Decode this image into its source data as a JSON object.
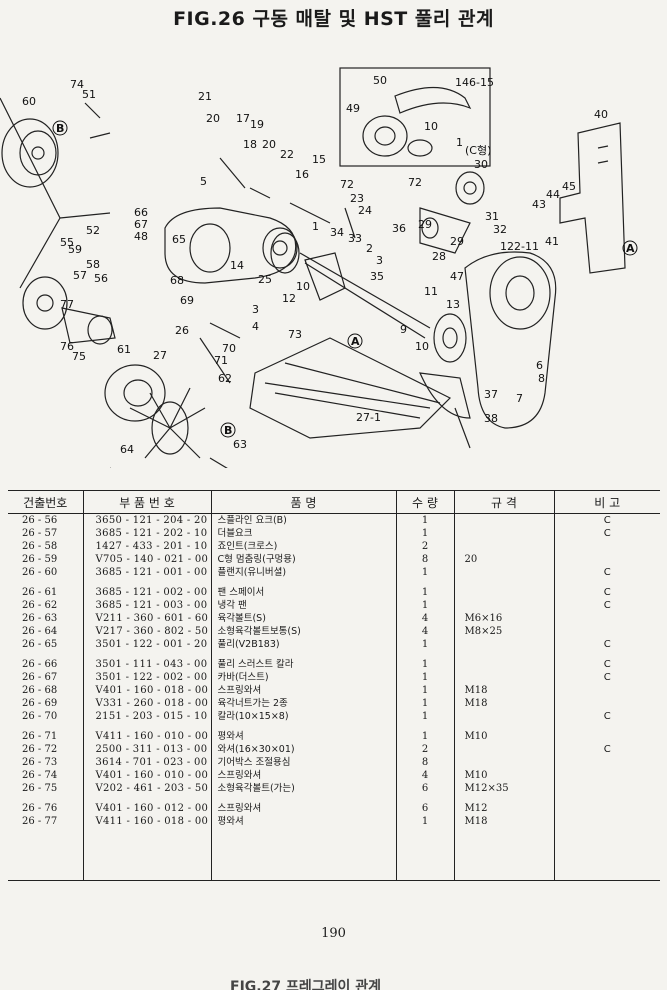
{
  "title": "FIG.26 구동 매탈 및 HST 풀리 관계",
  "diagram": {
    "callouts": [
      "74",
      "51",
      "60",
      "21",
      "20",
      "17",
      "19",
      "18",
      "20",
      "22",
      "16",
      "15",
      "5",
      "66",
      "67",
      "48",
      "25",
      "14",
      "65",
      "68",
      "69",
      "26",
      "27",
      "70",
      "71",
      "72",
      "23",
      "24",
      "33",
      "34",
      "36",
      "35",
      "2",
      "3",
      "1",
      "12",
      "10",
      "11",
      "9",
      "13",
      "73",
      "61",
      "62",
      "63",
      "64",
      "77",
      "76",
      "75",
      "55",
      "59",
      "57",
      "58",
      "56",
      "52",
      "50",
      "146-15",
      "49",
      "10",
      "1",
      "40",
      "30",
      "31",
      "32",
      "29",
      "29",
      "28",
      "44",
      "45",
      "43",
      "41",
      "122-11",
      "47",
      "6",
      "8",
      "7",
      "37",
      "38",
      "27-1",
      "4"
    ],
    "markers": [
      "B",
      "B",
      "A",
      "A"
    ],
    "inset_note": "(C형)"
  },
  "table": {
    "headers": [
      "건출번호",
      "부 품 번 호",
      "품 명",
      "수 량",
      "규 격",
      "비 고"
    ],
    "groups": [
      [
        {
          "no": "26 - 56",
          "part": "3650 - 121 - 204 - 20",
          "name": "스플라인 요크(B)",
          "qty": "1",
          "spec": "",
          "note": "C"
        },
        {
          "no": "26 - 57",
          "part": "3685 - 121 - 202 - 10",
          "name": "더블요크",
          "qty": "1",
          "spec": "",
          "note": "C"
        },
        {
          "no": "26 - 58",
          "part": "1427 - 433 - 201 - 10",
          "name": "죠인트(크로스)",
          "qty": "2",
          "spec": "",
          "note": ""
        },
        {
          "no": "26 - 59",
          "part": "V705 - 140 - 021 - 00",
          "name": "C형 멈춤링(구멍용)",
          "qty": "8",
          "spec": "20",
          "note": ""
        },
        {
          "no": "26 - 60",
          "part": "3685 - 121 - 001 - 00",
          "name": "플랜지(유니버셜)",
          "qty": "1",
          "spec": "",
          "note": "C"
        }
      ],
      [
        {
          "no": "26 - 61",
          "part": "3685 - 121 - 002 - 00",
          "name": "팬 스페이서",
          "qty": "1",
          "spec": "",
          "note": "C"
        },
        {
          "no": "26 - 62",
          "part": "3685 - 121 - 003 - 00",
          "name": "냉각 팬",
          "qty": "1",
          "spec": "",
          "note": "C"
        },
        {
          "no": "26 - 63",
          "part": "V211 - 360 - 601 - 60",
          "name": "육각볼트(S)",
          "qty": "4",
          "spec": "M6×16",
          "note": ""
        },
        {
          "no": "26 - 64",
          "part": "V217 - 360 - 802 - 50",
          "name": "소형육각볼트보통(S)",
          "qty": "4",
          "spec": "M8×25",
          "note": ""
        },
        {
          "no": "26 - 65",
          "part": "3501 - 122 - 001 - 20",
          "name": "풀리(V2B183)",
          "qty": "1",
          "spec": "",
          "note": "C"
        }
      ],
      [
        {
          "no": "26 - 66",
          "part": "3501 - 111 - 043 - 00",
          "name": "풀리 스러스트 칼라",
          "qty": "1",
          "spec": "",
          "note": "C"
        },
        {
          "no": "26 - 67",
          "part": "3501 - 122 - 002 - 00",
          "name": "카바(더스트)",
          "qty": "1",
          "spec": "",
          "note": "C"
        },
        {
          "no": "26 - 68",
          "part": "V401 - 160 - 018 - 00",
          "name": "스프링와셔",
          "qty": "1",
          "spec": "M18",
          "note": ""
        },
        {
          "no": "26 - 69",
          "part": "V331 - 260 - 018 - 00",
          "name": "육각너트가는 2종",
          "qty": "1",
          "spec": "M18",
          "note": ""
        },
        {
          "no": "26 - 70",
          "part": "2151 - 203 - 015 - 10",
          "name": "칼라(10×15×8)",
          "qty": "1",
          "spec": "",
          "note": "C"
        }
      ],
      [
        {
          "no": "26 - 71",
          "part": "V411 - 160 - 010 - 00",
          "name": "평와셔",
          "qty": "1",
          "spec": "M10",
          "note": ""
        },
        {
          "no": "26 - 72",
          "part": "2500 - 311 - 013 - 00",
          "name": "와셔(16×30×01)",
          "qty": "2",
          "spec": "",
          "note": "C"
        },
        {
          "no": "26 - 73",
          "part": "3614 - 701 - 023 - 00",
          "name": "기어박스 조절용심",
          "qty": "8",
          "spec": "",
          "note": ""
        },
        {
          "no": "26 - 74",
          "part": "V401 - 160 - 010 - 00",
          "name": "스프링와셔",
          "qty": "4",
          "spec": "M10",
          "note": ""
        },
        {
          "no": "26 - 75",
          "part": "V202 - 461 - 203 - 50",
          "name": "소형육각볼트(가는)",
          "qty": "6",
          "spec": "M12×35",
          "note": ""
        }
      ],
      [
        {
          "no": "26 - 76",
          "part": "V401 - 160 - 012 - 00",
          "name": "스프링와셔",
          "qty": "6",
          "spec": "M12",
          "note": ""
        },
        {
          "no": "26 - 77",
          "part": "V411 - 160 - 018 - 00",
          "name": "평와셔",
          "qty": "1",
          "spec": "M18",
          "note": ""
        }
      ]
    ]
  },
  "page_number": "190",
  "next_title": "FIG.27 프레그레이 관계"
}
